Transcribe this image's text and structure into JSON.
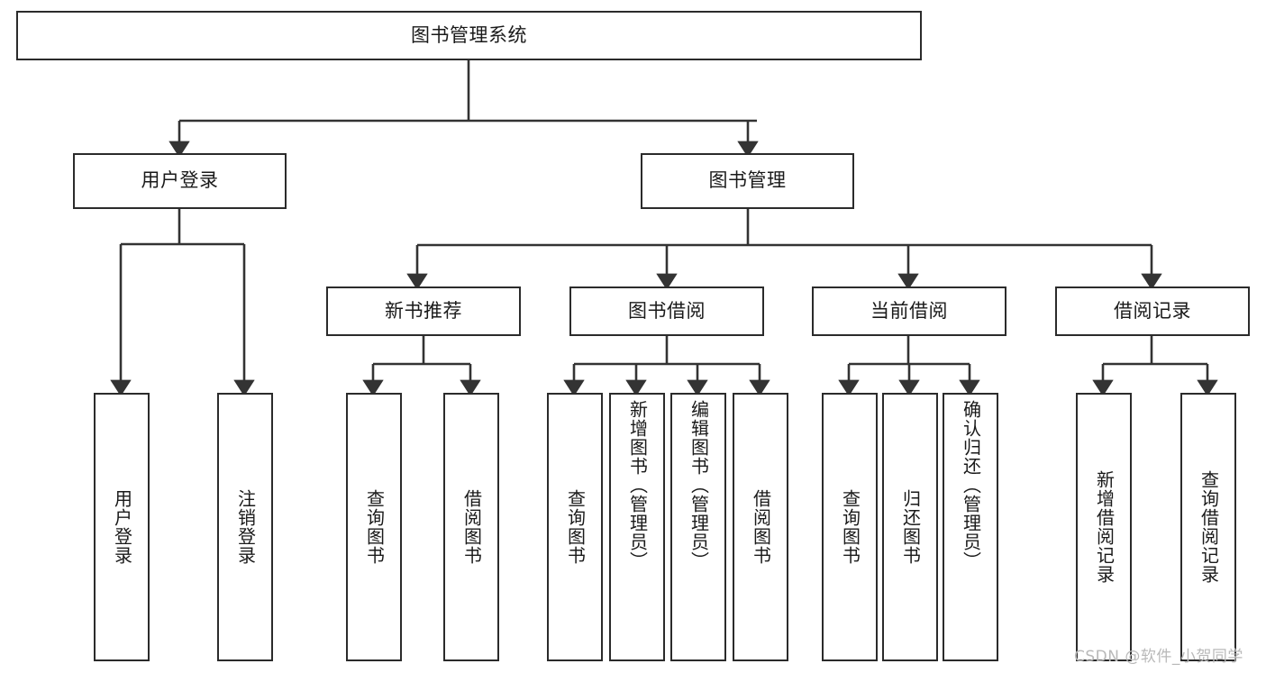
{
  "diagram": {
    "title": "图书管理系统",
    "type": "tree-hierarchy",
    "colors": {
      "box_border": "#2b2b2b",
      "box_fill": "#ffffff",
      "edge": "#333333",
      "text": "#1a1a1a",
      "watermark": "#b9b9b9"
    },
    "root": {
      "id": "root",
      "label": "图书管理系统",
      "orientation": "horizontal"
    },
    "level1": [
      {
        "id": "user-login",
        "label": "用户登录",
        "orientation": "horizontal"
      },
      {
        "id": "book-manage",
        "label": "图书管理",
        "orientation": "horizontal"
      }
    ],
    "level2": [
      {
        "id": "new-book-recommend",
        "label": "新书推荐",
        "orientation": "horizontal",
        "parent": "book-manage"
      },
      {
        "id": "book-borrow",
        "label": "图书借阅",
        "orientation": "horizontal",
        "parent": "book-manage"
      },
      {
        "id": "current-borrow",
        "label": "当前借阅",
        "orientation": "horizontal",
        "parent": "book-manage"
      },
      {
        "id": "borrow-record",
        "label": "借阅记录",
        "orientation": "horizontal",
        "parent": "book-manage"
      }
    ],
    "leaves": [
      {
        "id": "leaf-user-login",
        "label": "用户登录",
        "parent": "user-login",
        "align": "center"
      },
      {
        "id": "leaf-logout-login",
        "label": "注销登录",
        "parent": "user-login",
        "align": "center"
      },
      {
        "id": "leaf-query-book-1",
        "label": "查询图书",
        "parent": "new-book-recommend",
        "align": "center"
      },
      {
        "id": "leaf-borrow-book-1",
        "label": "借阅图书",
        "parent": "new-book-recommend",
        "align": "center"
      },
      {
        "id": "leaf-query-book-2",
        "label": "查询图书",
        "parent": "book-borrow",
        "align": "center"
      },
      {
        "id": "leaf-add-book-admin",
        "label": "新增图书（管理员）",
        "parent": "book-borrow",
        "align": "top"
      },
      {
        "id": "leaf-edit-book-admin",
        "label": "编辑图书（管理员）",
        "parent": "book-borrow",
        "align": "top"
      },
      {
        "id": "leaf-borrow-book-2",
        "label": "借阅图书",
        "parent": "book-borrow",
        "align": "center"
      },
      {
        "id": "leaf-query-book-3",
        "label": "查询图书",
        "parent": "current-borrow",
        "align": "center"
      },
      {
        "id": "leaf-return-book",
        "label": "归还图书",
        "parent": "current-borrow",
        "align": "center"
      },
      {
        "id": "leaf-confirm-return-admin",
        "label": "确认归还（管理员）",
        "parent": "current-borrow",
        "align": "top"
      },
      {
        "id": "leaf-add-borrow-record",
        "label": "新增借阅记录",
        "parent": "borrow-record",
        "align": "center"
      },
      {
        "id": "leaf-query-borrow-record",
        "label": "查询借阅记录",
        "parent": "borrow-record",
        "align": "center"
      }
    ]
  },
  "watermark": {
    "text": "CSDN @软件_小贺同学"
  }
}
